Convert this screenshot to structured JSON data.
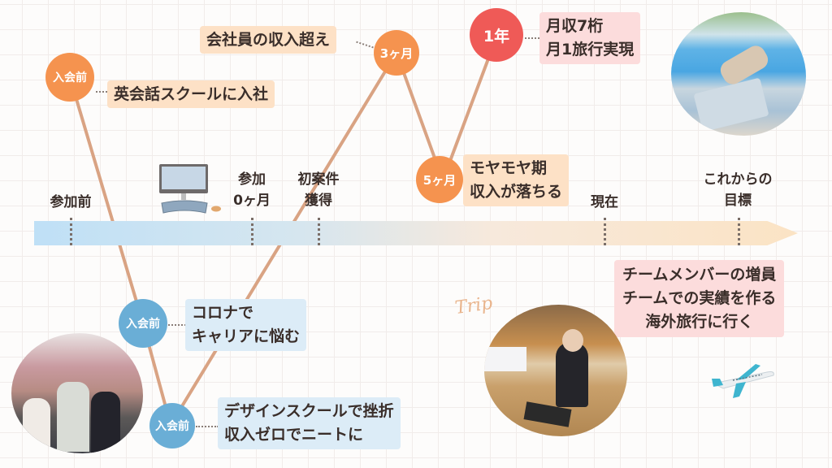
{
  "timeline": {
    "axis_labels": [
      {
        "id": "before",
        "lines": [
          "参加前"
        ]
      },
      {
        "id": "month0",
        "lines": [
          "参加",
          "0ヶ月"
        ]
      },
      {
        "id": "first-job",
        "lines": [
          "初案件",
          "獲得"
        ]
      },
      {
        "id": "now",
        "lines": [
          "現在"
        ]
      },
      {
        "id": "goal",
        "lines": [
          "これからの",
          "目標"
        ]
      }
    ],
    "milestones": [
      {
        "id": "m1",
        "badge": "入会前",
        "color": "#f5934f",
        "lines": [
          "英会話スクールに入社"
        ]
      },
      {
        "id": "m2",
        "badge": "入会前",
        "color": "#6aaed6",
        "lines": [
          "コロナで",
          "キャリアに悩む"
        ]
      },
      {
        "id": "m3",
        "badge": "入会前",
        "color": "#6aaed6",
        "lines": [
          "デザインスクールで挫折",
          "収入ゼロでニートに"
        ]
      },
      {
        "id": "m4",
        "badge": "3ヶ月",
        "color": "#f5934f",
        "lines": [
          "会社員の収入超え"
        ]
      },
      {
        "id": "m5",
        "badge": "5ヶ月",
        "color": "#f5934f",
        "lines": [
          "モヤモヤ期",
          "収入が落ちる"
        ]
      },
      {
        "id": "m6",
        "badge": "1年",
        "color": "#ef5a57",
        "lines": [
          "月収7桁",
          "月1旅行実現"
        ]
      }
    ],
    "goals": {
      "lines": [
        "チームメンバーの増員",
        "チームでの実績を作る",
        "海外旅行に行く"
      ]
    },
    "decoration": {
      "trip_text": "Trip"
    }
  },
  "colors": {
    "orange": "#f5934f",
    "red": "#ef5a57",
    "blue": "#6aaed6",
    "line": "#d9a383",
    "tag_orange": "#fde1c6",
    "tag_pink": "#fcdcdc",
    "tag_blue": "#dcecf7"
  }
}
